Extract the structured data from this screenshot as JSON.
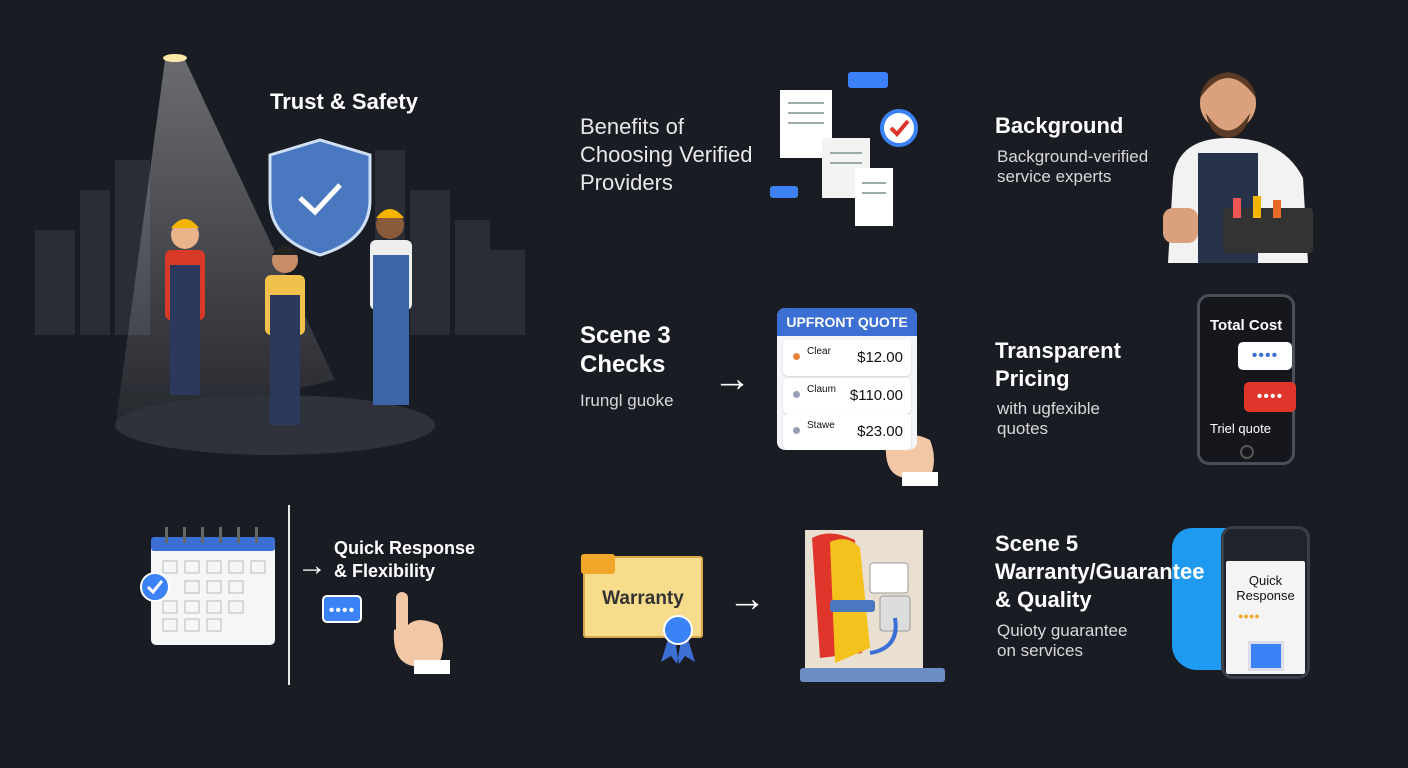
{
  "trust": {
    "title": "Trust & Safety"
  },
  "benefits": {
    "title_lines": [
      "Benefits of",
      "Choosing Verified",
      "Providers"
    ]
  },
  "background": {
    "title": "Background",
    "desc_lines": [
      "Background-verified",
      "service experts"
    ]
  },
  "scene3": {
    "title_lines": [
      "Scene 3",
      "Checks"
    ],
    "desc": "Irungl guoke",
    "quote_card": {
      "header": "UPFRONT QUOTE",
      "rows": [
        {
          "label": "Clear",
          "amount": "$12.00",
          "dot_color": "#e8843a"
        },
        {
          "label": "Claum",
          "amount": "$110.00",
          "dot_color": "#9aa0b4"
        },
        {
          "label": "Stawe",
          "amount": "$23.00",
          "dot_color": "#9aa0b4"
        }
      ]
    }
  },
  "pricing": {
    "title_lines": [
      "Transparent",
      "Pricing"
    ],
    "desc_lines": [
      "with ugfexible",
      "quotes"
    ],
    "phone": {
      "title": "Total Cost",
      "footer": "Triel quote",
      "bubble_text": "••••"
    }
  },
  "quick": {
    "title_lines": [
      "Quick Response",
      "& Flexibility"
    ],
    "bubble_text": "••••"
  },
  "warranty": {
    "certificate_label": "Warranty"
  },
  "scene5": {
    "title_lines": [
      "Scene 5",
      "Warranty/Guarantee",
      "& Quality"
    ],
    "desc_lines": [
      "Quioty guarantee",
      "on services"
    ],
    "phone": {
      "title_lines": [
        "Quick",
        "Response"
      ]
    }
  },
  "colors": {
    "background": "#1a1c23",
    "accent_blue": "#3b6fd4",
    "chat_red": "#e0352b",
    "brush_blue": "#1e9bf0",
    "warranty_yellow": "#f7dc8c"
  }
}
